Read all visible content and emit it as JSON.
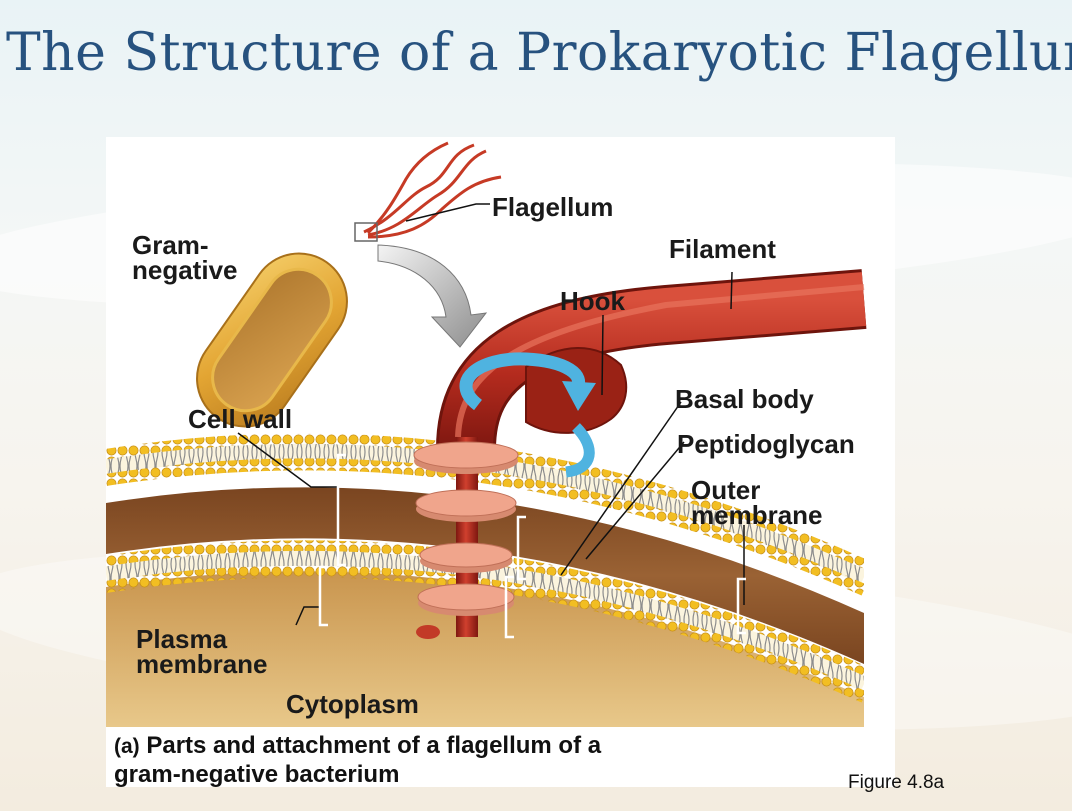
{
  "slide": {
    "title": "The Structure of a Prokaryotic Flagellum"
  },
  "figure": {
    "labels": {
      "flagellum": "Flagellum",
      "gram_negative": "Gram-\nnegative",
      "filament": "Filament",
      "hook": "Hook",
      "basal_body": "Basal body",
      "peptidoglycan": "Peptidoglycan",
      "outer_membrane": "Outer\nmembrane",
      "cell_wall": "Cell wall",
      "plasma_membrane": "Plasma\nmembrane",
      "cytoplasm": "Cytoplasm"
    },
    "caption_prefix": "(a)",
    "caption": "Parts and attachment of a flagellum of a\ngram-negative bacterium",
    "reference": "Figure 4.8a"
  },
  "colors": {
    "title": "#27527f",
    "filament": "#b42b1e",
    "cell_body": "#e3a533",
    "peptidoglycan": "#8c5327",
    "cytoplasm": "#d2a25c",
    "lipid_head": "#f2be22",
    "basal_ring": "#f0a58c",
    "rotation_arrow": "#4fb3e0"
  }
}
